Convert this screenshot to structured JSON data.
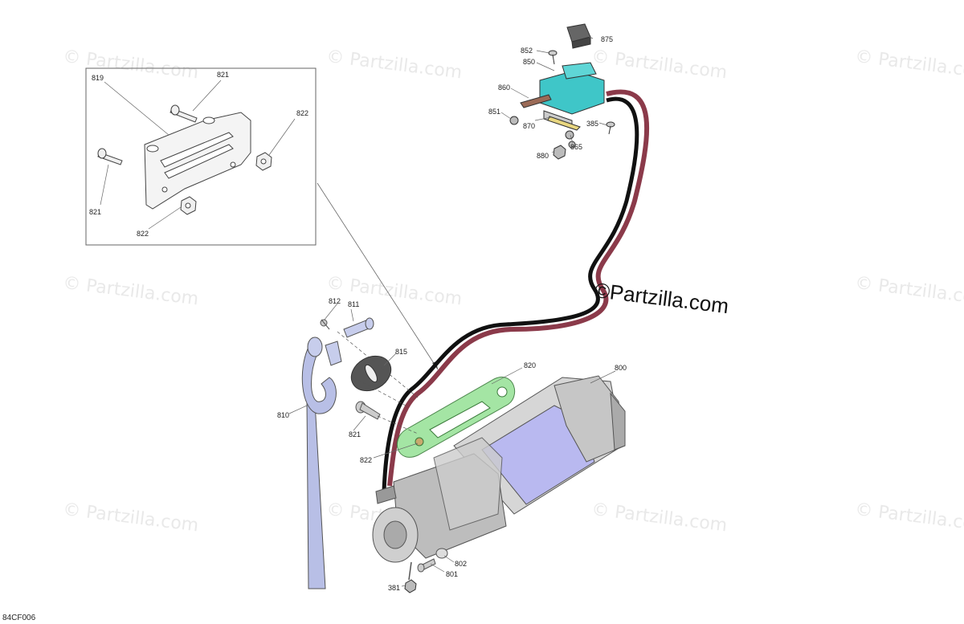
{
  "watermark": {
    "symbol": "©",
    "text": "Partzilla.com",
    "main_text": "Partzilla.com"
  },
  "drawing_code": "84CF006",
  "callouts": {
    "819": "819",
    "821_a": "821",
    "822_a": "822",
    "821_b": "821",
    "822_b": "822",
    "875": "875",
    "852": "852",
    "850": "850",
    "860": "860",
    "851": "851",
    "870": "870",
    "385": "385",
    "865": "865",
    "880": "880",
    "812": "812",
    "811": "811",
    "815": "815",
    "820": "820",
    "800": "800",
    "810": "810",
    "821_c": "821",
    "822_c": "822",
    "802": "802",
    "801": "801",
    "381": "381"
  },
  "colors": {
    "solenoid": "#3fc6c8",
    "fairlead": "#9be39b",
    "cable_drum": "#b9b9f0",
    "hook_strap": "#b8bfe6",
    "wire_red": "#8b3a4a",
    "wire_black": "#111111"
  }
}
